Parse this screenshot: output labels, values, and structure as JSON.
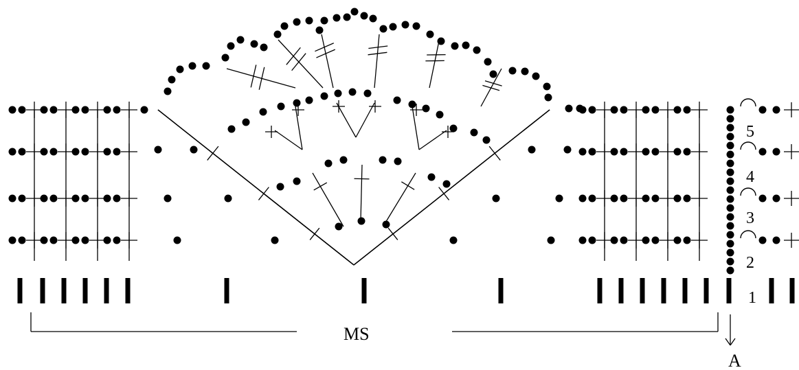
{
  "row_labels": [
    "1",
    "2",
    "3",
    "4",
    "5"
  ],
  "repeat_label": "MS",
  "start_label": "A",
  "colors": {
    "ink": "#000000",
    "background": "#ffffff"
  },
  "symbols": {
    "chain": "dot",
    "single_crochet": "cross",
    "double_crochet": "stem-with-one-bar",
    "treble_crochet": "stem-with-two-bars",
    "foundation_stitch": "vertical-bar",
    "turning_loop": "arc"
  }
}
